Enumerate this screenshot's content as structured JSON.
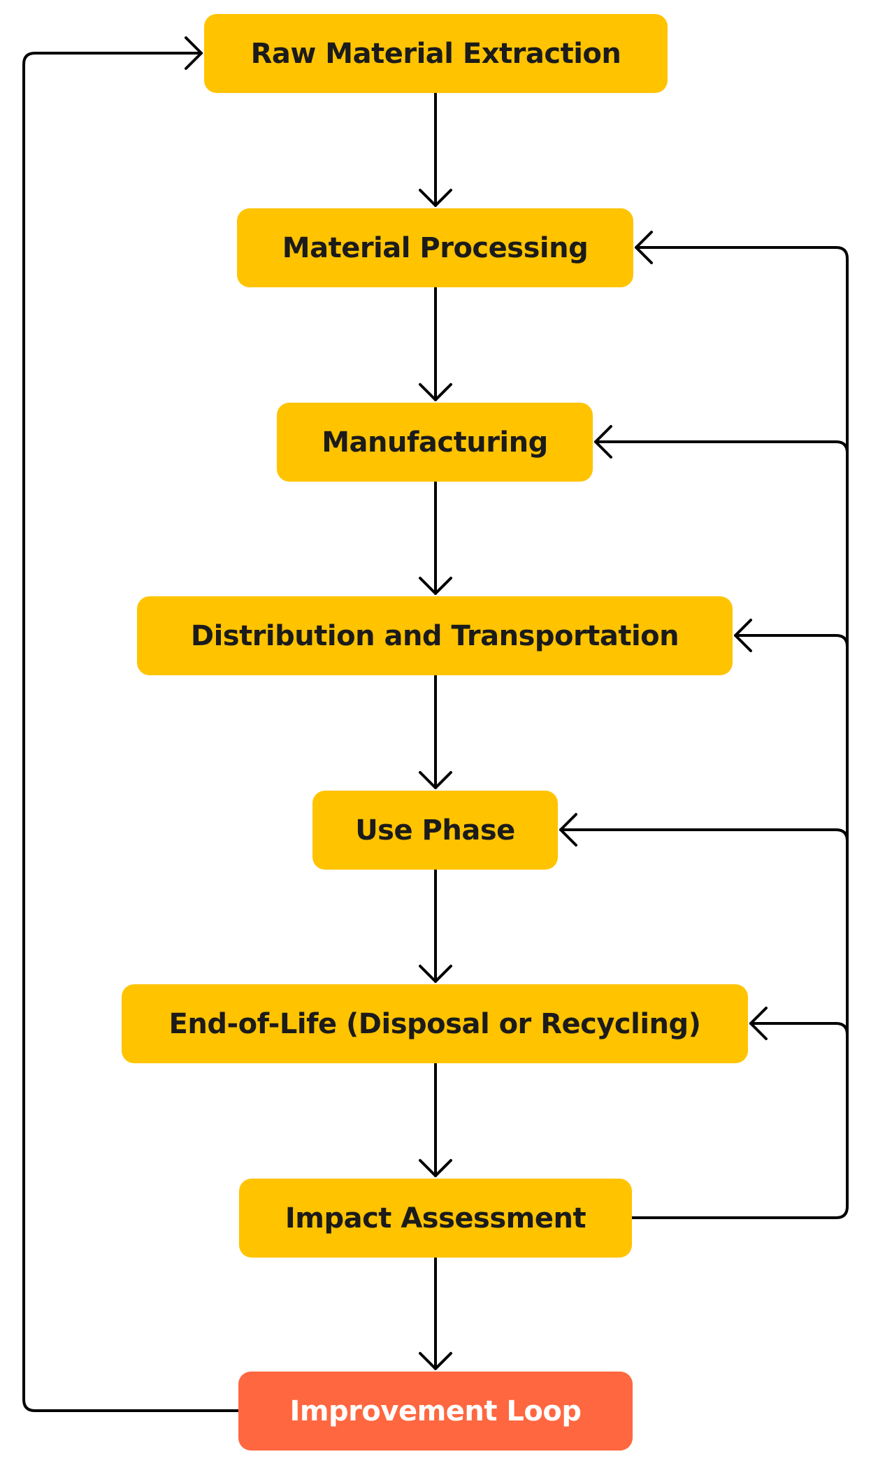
{
  "diagram": {
    "colors": {
      "stage_fill": "#FFC300",
      "final_fill": "#FF6740",
      "stage_text": "#1b1b1b",
      "final_text": "#ffffff",
      "connector": "#000000"
    },
    "nodes": {
      "raw_material_extraction": "Raw Material Extraction",
      "material_processing": "Material Processing",
      "manufacturing": "Manufacturing",
      "distribution_transportation": "Distribution and Transportation",
      "use_phase": "Use Phase",
      "end_of_life": "End-of-Life (Disposal or Recycling)",
      "impact_assessment": "Impact Assessment",
      "improvement_loop": "Improvement Loop"
    }
  }
}
